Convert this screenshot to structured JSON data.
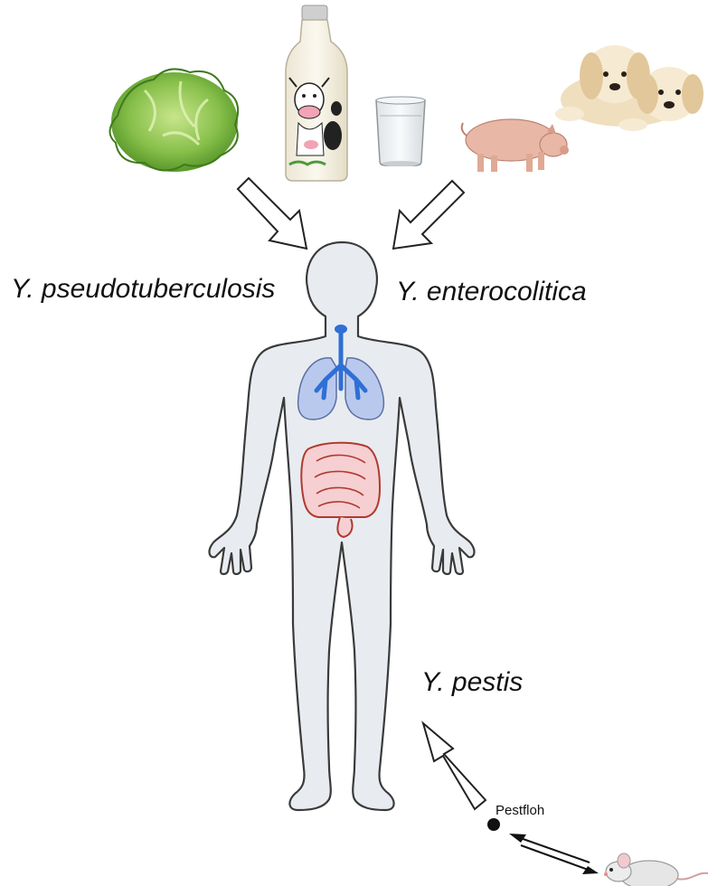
{
  "labels": {
    "y_pseudotuberculosis": "Y. pseudotuberculosis",
    "y_enterocolitica": "Y. enterocolitica",
    "y_pestis": "Y. pestis",
    "pestfloh": "Pestfloh"
  },
  "milk_bottle_label": "Milch",
  "colors": {
    "body_fill": "#e8ecf0",
    "body_stroke": "#3a3a3a",
    "lung_fill": "#b9c9ee",
    "trachea": "#2f6fd6",
    "intestine_fill": "#f6cfd3",
    "intestine_stroke": "#b03a2e",
    "lettuce": "#6fae3a",
    "pig": "#e8b7a6",
    "dog": "#f3e4c8",
    "mouse": "#e6e6e6"
  },
  "icons": [
    "lettuce-icon",
    "milk-bottle-icon",
    "water-glass-icon",
    "pig-icon",
    "puppies-icon",
    "mouse-icon",
    "flea-icon"
  ]
}
